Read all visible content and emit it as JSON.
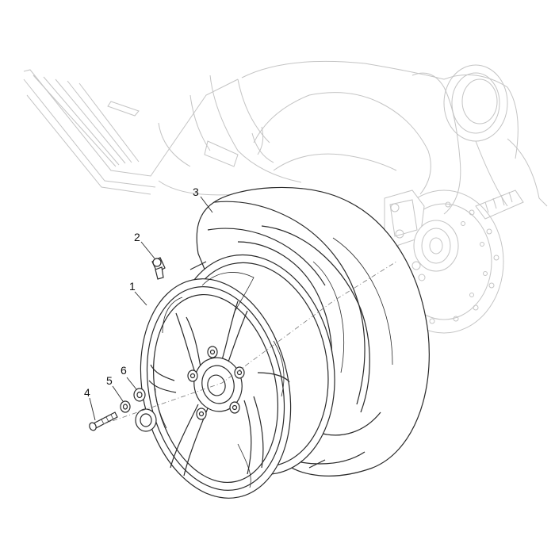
{
  "callouts": [
    {
      "id": "1",
      "label": "1"
    },
    {
      "id": "2",
      "label": "2"
    },
    {
      "id": "3",
      "label": "3"
    },
    {
      "id": "4",
      "label": "4"
    },
    {
      "id": "5",
      "label": "5"
    },
    {
      "id": "6",
      "label": "6"
    }
  ],
  "colors": {
    "ink": "#2a2a2a",
    "ghost": "#c4c4c4",
    "background": "#ffffff"
  }
}
